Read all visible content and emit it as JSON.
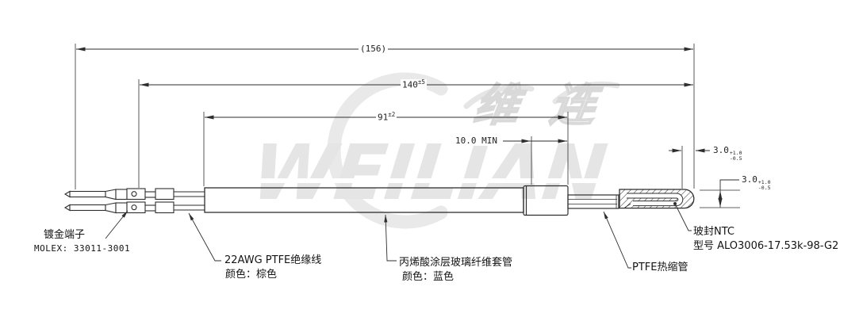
{
  "drawing": {
    "watermark": {
      "brand_latin": "WEILIAN",
      "brand_cn": "维连"
    },
    "dimensions": {
      "overall": "(156)",
      "len140": {
        "value": "140",
        "tol": "±5"
      },
      "len91": {
        "value": "91",
        "tol": "±2"
      },
      "min10": "10.0 MIN",
      "tip_len": {
        "value": "3.0",
        "tol_plus": "+1.0",
        "tol_minus": "-0.5"
      },
      "tip_dia": {
        "value": "3.0",
        "tol_plus": "+1.0",
        "tol_minus": "-0.5"
      }
    },
    "callouts": {
      "terminal": {
        "line1": "镀金端子",
        "line2": "MOLEX: 33011-3001"
      },
      "wire": {
        "line1": "22AWG PTFE绝缘线",
        "line2": "颜色：棕色"
      },
      "sleeve": {
        "line1": "丙烯酸涂层玻璃纤维套管",
        "line2": "颜色：蓝色"
      },
      "shrink_tube": {
        "line1": "PTFE热缩管"
      },
      "ntc": {
        "line1": "玻封NTC",
        "line2": "型号 ALO3006-17.53k-98-G2"
      }
    },
    "colors": {
      "line": "#2e2e2e",
      "watermark_gray": "#e5e5e5",
      "background": "#ffffff"
    }
  }
}
